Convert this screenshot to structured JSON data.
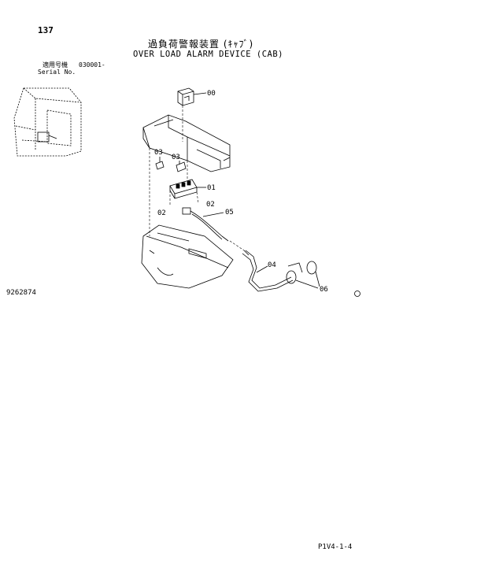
{
  "header": {
    "page_number": "137",
    "title_jp": "過負荷警報装置 (ｷｬﾌﾞ)",
    "title_en": "OVER LOAD ALARM DEVICE (CAB)"
  },
  "serial": {
    "label_jp": "適用号機",
    "range": "030001-",
    "label_en": "Serial No."
  },
  "figure_number": "9262874",
  "footer_code": "P1V4-1-4",
  "callouts": [
    "00",
    "01",
    "02",
    "02",
    "03",
    "03",
    "04",
    "05",
    "06"
  ]
}
